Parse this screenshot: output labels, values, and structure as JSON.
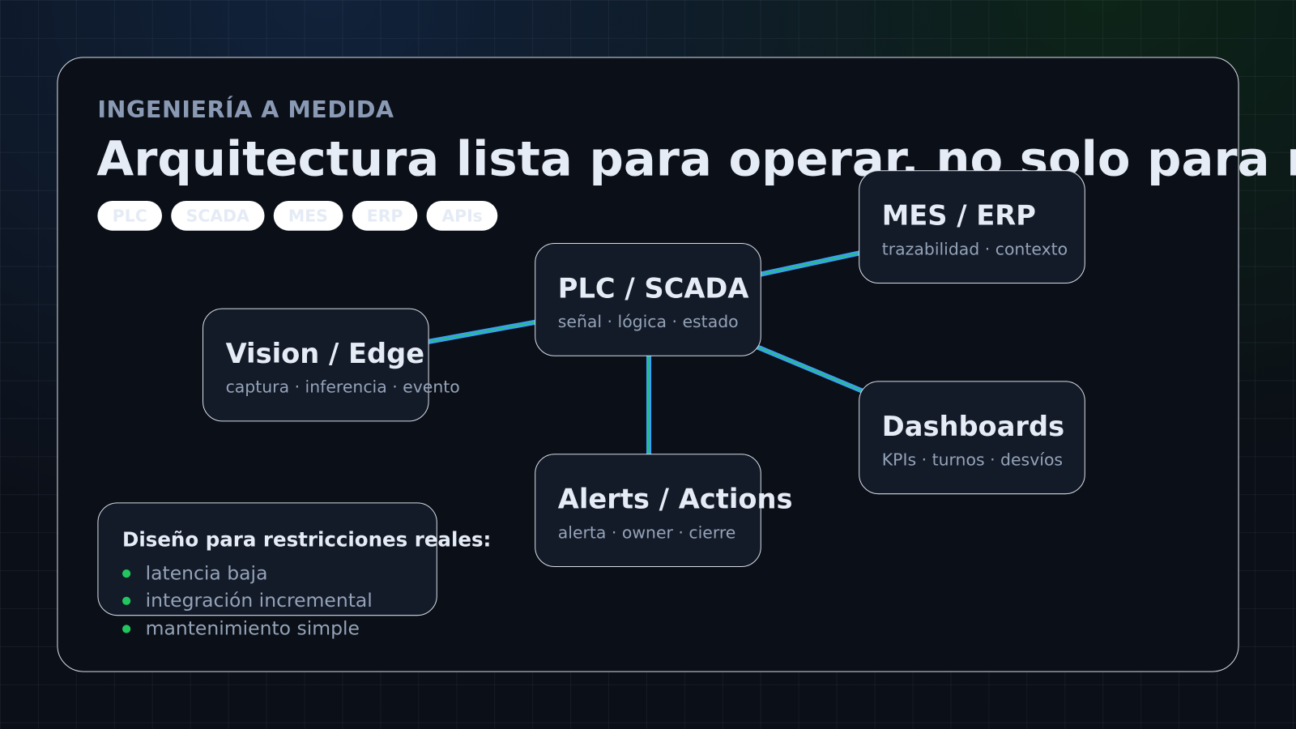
{
  "eyebrow": "INGENIERÍA A MEDIDA",
  "title": "Arquitectura lista para operar, no solo para mostrar",
  "chips": [
    "PLC",
    "SCADA",
    "MES",
    "ERP",
    "APIs"
  ],
  "nodes": {
    "plc": {
      "title": "PLC / SCADA",
      "subtitle": "señal · lógica · estado"
    },
    "mes": {
      "title": "MES / ERP",
      "subtitle": "trazabilidad · contexto"
    },
    "vision": {
      "title": "Vision / Edge",
      "subtitle": "captura · inferencia · evento"
    },
    "dash": {
      "title": "Dashboards",
      "subtitle": "KPIs · turnos · desvíos"
    },
    "alerts": {
      "title": "Alerts / Actions",
      "subtitle": "alerta · owner · cierre"
    }
  },
  "note": {
    "heading": "Diseño para restricciones reales:",
    "items": [
      "latencia baja",
      "integración incremental",
      "mantenimiento simple"
    ]
  },
  "colors": {
    "link_outer": "#3b9ff6",
    "link_inner": "#22c55e",
    "bullet": "#22c55e"
  }
}
